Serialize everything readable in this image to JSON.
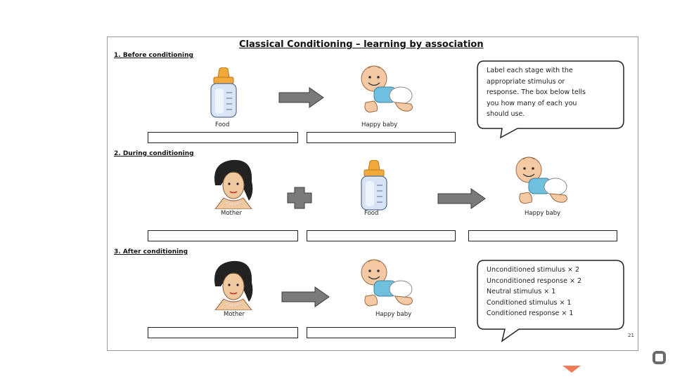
{
  "title": "Classical Conditioning – learning by association",
  "sections": {
    "before": "1.  Before conditioning",
    "during": "2.  During conditioning",
    "after": "3.  After conditioning"
  },
  "captions": {
    "before_food": "Food",
    "before_baby": "Happy baby",
    "during_mother": "Mother",
    "during_food": "Food",
    "during_baby": "Happy baby",
    "after_mother": "Mother",
    "after_baby": "Happy baby"
  },
  "instructions": [
    "Label each stage with the",
    "appropriate stimulus or",
    "response.  The box below tells",
    "you how many of each you",
    "should use."
  ],
  "label_counts": [
    "Unconditioned stimulus × 2",
    "Unconditioned response × 2",
    "Neutral stimulus × 1",
    "Conditioned stimulus × 1",
    "Conditioned response × 1"
  ],
  "page_number": "21",
  "colors": {
    "arrow": "#7a7a7a",
    "bottle_cap": "#f0a93a",
    "baby_shirt": "#6fc0df",
    "skin": "#f4c9a4",
    "accent": "#f27c5a"
  }
}
